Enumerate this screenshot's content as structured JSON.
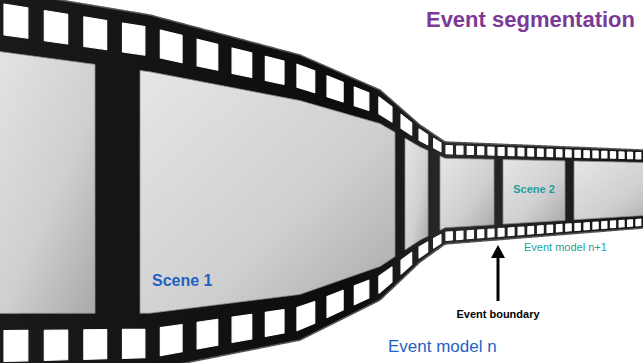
{
  "diagram": {
    "title": "Event segmentation",
    "nodes": [
      {
        "text": [
          "Scene 1"
        ]
      },
      {
        "text": [
          "Scene 2"
        ]
      }
    ],
    "labels": [
      "Event model n+1",
      "Event boundary",
      "Event model n"
    ]
  }
}
